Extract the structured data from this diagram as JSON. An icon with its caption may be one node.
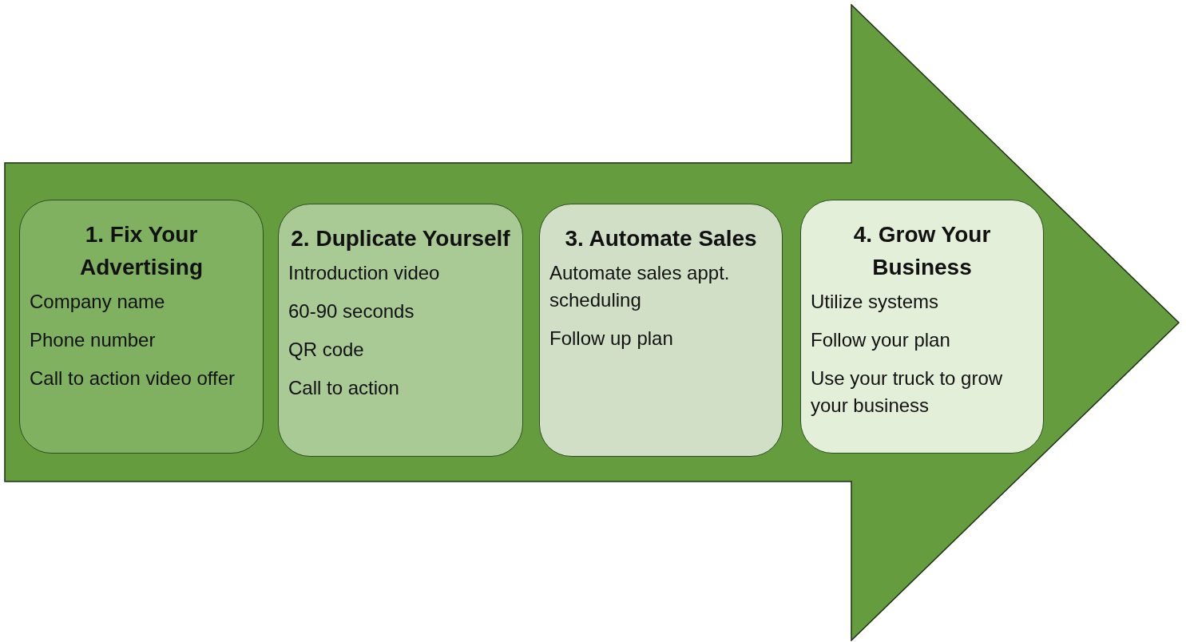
{
  "diagram": {
    "nodes": [
      {
        "text": [],
        "shape": "arrow"
      },
      {
        "text": [
          "1. Fix Your Advertising",
          "Company name",
          "Phone number",
          "Call to action video offer"
        ],
        "in": 0
      },
      {
        "text": [
          "2. Duplicate Yourself",
          "Introduction video",
          "60-90 seconds",
          "QR code",
          "Call to action"
        ],
        "in": 0
      },
      {
        "text": [
          "3. Automate Sales",
          "Automate sales appt. scheduling",
          "Follow up plan"
        ],
        "in": 0
      },
      {
        "text": [
          "4. Grow Your Business",
          "Utilize systems",
          "Follow your plan",
          "Use your truck to grow your business"
        ],
        "in": 0
      }
    ]
  }
}
